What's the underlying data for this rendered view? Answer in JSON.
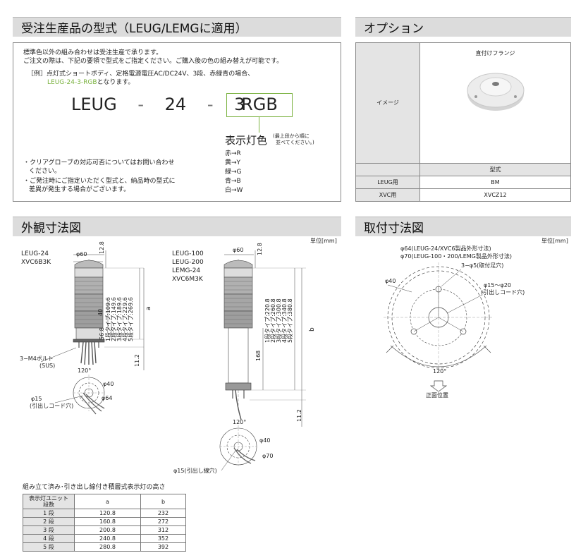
{
  "sections": {
    "order": {
      "title": "受注生産品の型式（LEUG/LEMGに適用）"
    },
    "option": {
      "title": "オプション"
    },
    "outline": {
      "title": "外観寸法図"
    },
    "mount": {
      "title": "取付寸法図"
    }
  },
  "order_box": {
    "intro1": "標準色以外の組み合わせは受注生産で承ります。",
    "intro2": "ご注文の際は、下記の要領で型式をご指定ください。ご購入後の色の組み替えが可能です。",
    "example1": "［例］点灯式ショートボディ、定格電源電圧AC/DC24V、3段、赤緑青の場合、",
    "example2_code": "LEUG-24-3-RGB",
    "example2_suffix": "となります。",
    "model_parts": [
      "LEUG",
      "-",
      "24",
      "-",
      "3"
    ],
    "model_rgb": "RGB",
    "color_title": "表示灯色",
    "color_note1": "(最上段から順に",
    "color_note2": "並べてください。)",
    "colors": [
      "赤→R",
      "黄→Y",
      "緑→G",
      "青→B",
      "白→W"
    ],
    "note1a": "・クリアグローブの対応可否についてはお問い合わせ",
    "note1b": "ください。",
    "note2a": "・ご発注時にご指定いただく型式と、納品時の型式に",
    "note2b": "差異が発生する場合がございます。"
  },
  "option_table": {
    "header": "直付けフランジ",
    "image_label": "イメージ",
    "model_header": "型式",
    "rows": [
      {
        "label": "LEUG用",
        "value": "BM"
      },
      {
        "label": "XVC用",
        "value": "XVCZ12"
      }
    ]
  },
  "outline": {
    "unit": "単位[mm]",
    "left_models": [
      "LEUG-24",
      "XVC6B3K"
    ],
    "right_models": [
      "LEUG-100",
      "LEUG-200",
      "LEMG-24",
      "XVC6M3K"
    ],
    "left": {
      "phi_top": "φ60",
      "dim_top": "12.8",
      "types": [
        "1段タイプ:109.6",
        "2段タイプ:149.6",
        "3段タイプ:189.6",
        "4段タイプ:229.6",
        "5段タイプ:269.6"
      ],
      "dim_a": "a",
      "dim_40": "40",
      "dim_56": "56.8",
      "dim_11": "11.2",
      "bolt1": "3−M4ボルト",
      "bolt2": "(SUS)",
      "angle": "120°",
      "phi40": "φ40",
      "phi64": "φ64",
      "phi15": "φ15",
      "cord": "(引出しコード穴)"
    },
    "right": {
      "phi_top": "φ60",
      "dim_top": "12.8",
      "types": [
        "1段タイプ:220.8",
        "2段タイプ:260.8",
        "3段タイプ:300.8",
        "4段タイプ:340.8",
        "5段タイプ:380.8"
      ],
      "dim_b": "b",
      "dim_168": "168",
      "dim_11": "11.2",
      "angle": "120°",
      "phi40": "φ40",
      "phi70": "φ70",
      "phi15": "φ15(引出し線穴)"
    }
  },
  "mount": {
    "unit": "単位[mm]",
    "line1": "φ64(LEUG-24/XVC6製品外形寸法)",
    "line2": "φ70(LEUG-100・200/LEMG製品外形寸法)",
    "line3": "3−φ5(取付足穴)",
    "phi40": "φ40",
    "phi15": "φ15〜φ20",
    "cord": "(引出しコード穴)",
    "angle": "120°",
    "front": "正面位置"
  },
  "height_table": {
    "title": "組み立て済み･引き出し線付き積層式表示灯の高さ",
    "col_unit1": "表示灯ユニット",
    "col_unit2": "段数",
    "col_a": "a",
    "col_b": "b",
    "rows": [
      {
        "stage": "1 段",
        "a": "120.8",
        "b": "232"
      },
      {
        "stage": "2 段",
        "a": "160.8",
        "b": "272"
      },
      {
        "stage": "3 段",
        "a": "200.8",
        "b": "312"
      },
      {
        "stage": "4 段",
        "a": "240.8",
        "b": "352"
      },
      {
        "stage": "5 段",
        "a": "280.8",
        "b": "392"
      }
    ]
  }
}
